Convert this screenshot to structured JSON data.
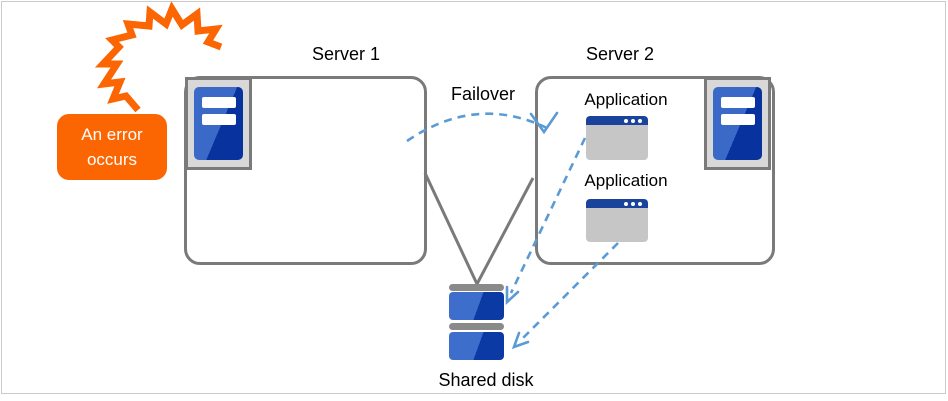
{
  "diagram": {
    "error_callout": {
      "label": "An error occurs"
    },
    "server1": {
      "label": "Server 1"
    },
    "server2": {
      "label": "Server 2"
    },
    "applications": [
      {
        "label": "Application"
      },
      {
        "label": "Application"
      }
    ],
    "failover": {
      "label": "Failover"
    },
    "shared_disk": {
      "label": "Shared disk"
    }
  },
  "icons": {
    "error_flash": "orange-zigzag-flash-icon",
    "server1": "server-tower-icon",
    "server2": "server-tower-icon",
    "application": "application-window-icon",
    "shared_disk": "disk-stack-icon"
  },
  "colors": {
    "accent_orange": "#fb6602",
    "arrow_blue": "#5b9bd5",
    "server_blue_light": "#3a69c8",
    "server_blue_dark": "#08339e",
    "disk_blue_light": "#3e6ecb",
    "disk_blue_dark": "#0c3aa4",
    "app_titlebar_blue": "#1a449c",
    "line_gray": "#7a7a7a",
    "icon_tray_gray": "#d8d8d8",
    "app_body_gray": "#c6c6c6",
    "frame_gray": "#cbcbcb"
  }
}
